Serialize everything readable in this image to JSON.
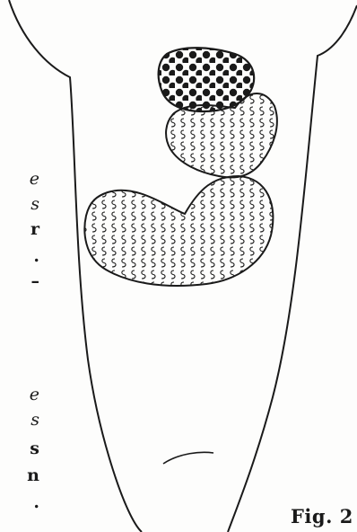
{
  "caption": "Fig. 2",
  "margin_text": [
    "e",
    "s",
    "r",
    ".",
    "–",
    "e",
    "s",
    "s",
    "n",
    "."
  ],
  "colors": {
    "ink": "#1a1a1a",
    "paper": "#fdfdfc"
  },
  "regions": [
    {
      "name": "dotted-region",
      "pattern": "dots"
    },
    {
      "name": "middle-wavy-region",
      "pattern": "wavy"
    },
    {
      "name": "lower-wavy-region",
      "pattern": "wavy"
    }
  ]
}
